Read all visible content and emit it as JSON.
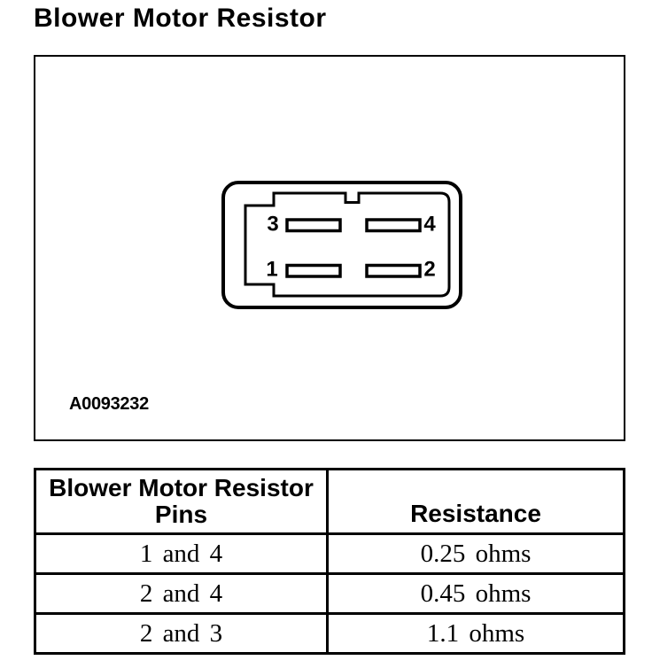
{
  "page": {
    "title": "Blower Motor Resistor",
    "background_color": "#ffffff",
    "ink_color": "#000000"
  },
  "figure": {
    "caption": "A0093232",
    "connector": {
      "description": "4-pin blower motor resistor connector face view",
      "pin_labels": {
        "top_left": "3",
        "top_right": "4",
        "bottom_left": "1",
        "bottom_right": "2"
      }
    }
  },
  "table": {
    "headers": {
      "pins_line1": "Blower Motor Resistor",
      "pins_line2": "Pins",
      "resistance": "Resistance"
    },
    "rows": [
      {
        "pins": "1 and 4",
        "resistance": "0.25 ohms"
      },
      {
        "pins": "2 and 4",
        "resistance": "0.45 ohms"
      },
      {
        "pins": "2 and 3",
        "resistance": "1.1 ohms"
      }
    ]
  }
}
